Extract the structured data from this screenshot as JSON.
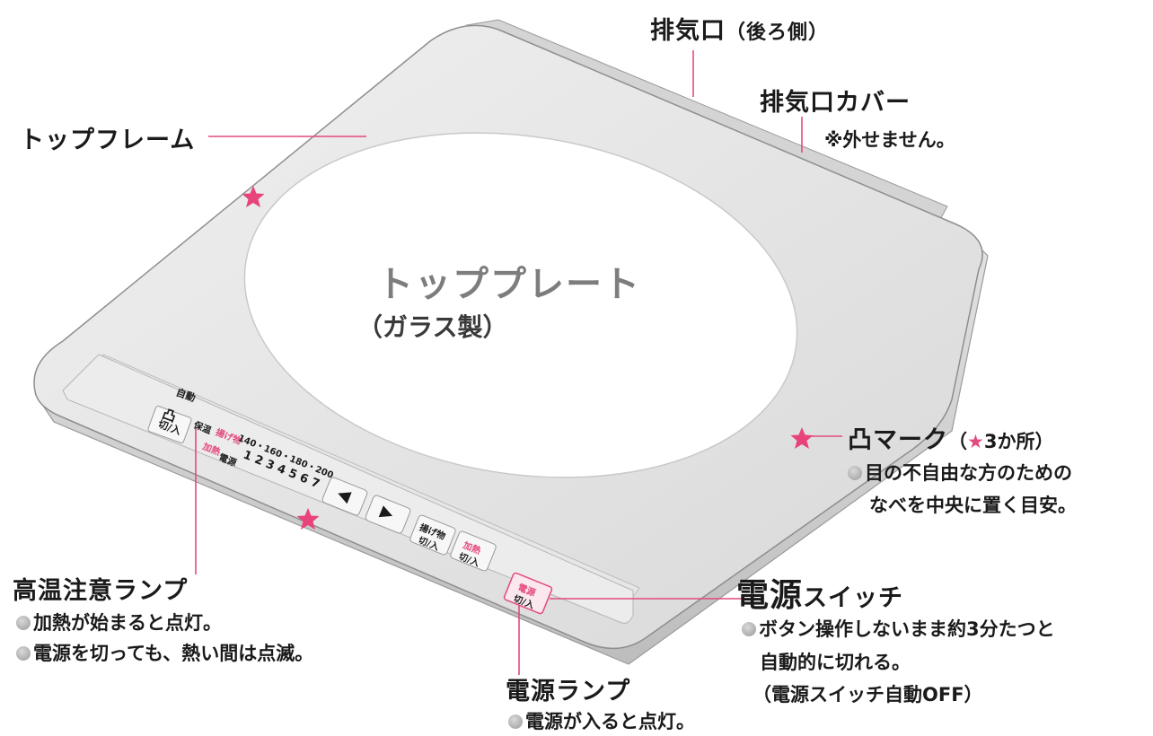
{
  "labels": {
    "exhaust": {
      "title": "排気口",
      "sub": "（後ろ側）"
    },
    "exhaust_cover": {
      "title": "排気口カバー",
      "note": "※外せません。"
    },
    "top_frame": "トップフレーム",
    "top_plate": {
      "title": "トッププレート",
      "sub": "（ガラス製）"
    },
    "bump_mark": {
      "title": "凸マーク",
      "paren_open": "（",
      "star": "★",
      "count": "3か所）",
      "desc": [
        "目の不自由な方のための",
        "なべを中央に置く目安。"
      ]
    },
    "high_temp_lamp": {
      "title": "高温注意ランプ",
      "desc": [
        "加熱が始まると点灯。",
        "電源を切っても、熱い間は点滅。"
      ]
    },
    "power_switch": {
      "title_big": "電源",
      "title_small": "スイッチ",
      "desc": [
        "ボタン操作しないまま約3分たつと",
        "自動的に切れる。",
        "（電源スイッチ自動OFF）"
      ]
    },
    "power_lamp": {
      "title": "電源ランプ",
      "desc": "電源が入ると点灯。"
    }
  },
  "panel": {
    "auto_label": "自動",
    "bump_symbol": "凸",
    "on_off": "切/入",
    "keep_warm": "保温",
    "fry": "揚げ物",
    "temps": "140・160・180・200",
    "heat": "加熱",
    "power": "電源",
    "levels": "1 2 3 4 5 6 7",
    "left_arrow": "◀",
    "right_arrow": "▶",
    "fry_btn": "揚げ物",
    "fry_btn_sub": "切/入",
    "heat_btn": "加熱",
    "heat_btn_sub": "切/入",
    "power_btn": "電源",
    "power_btn_sub": "切/入"
  },
  "colors": {
    "accent": "#e24b7c",
    "leader": "#e24b7c",
    "star": "#e8437a"
  }
}
